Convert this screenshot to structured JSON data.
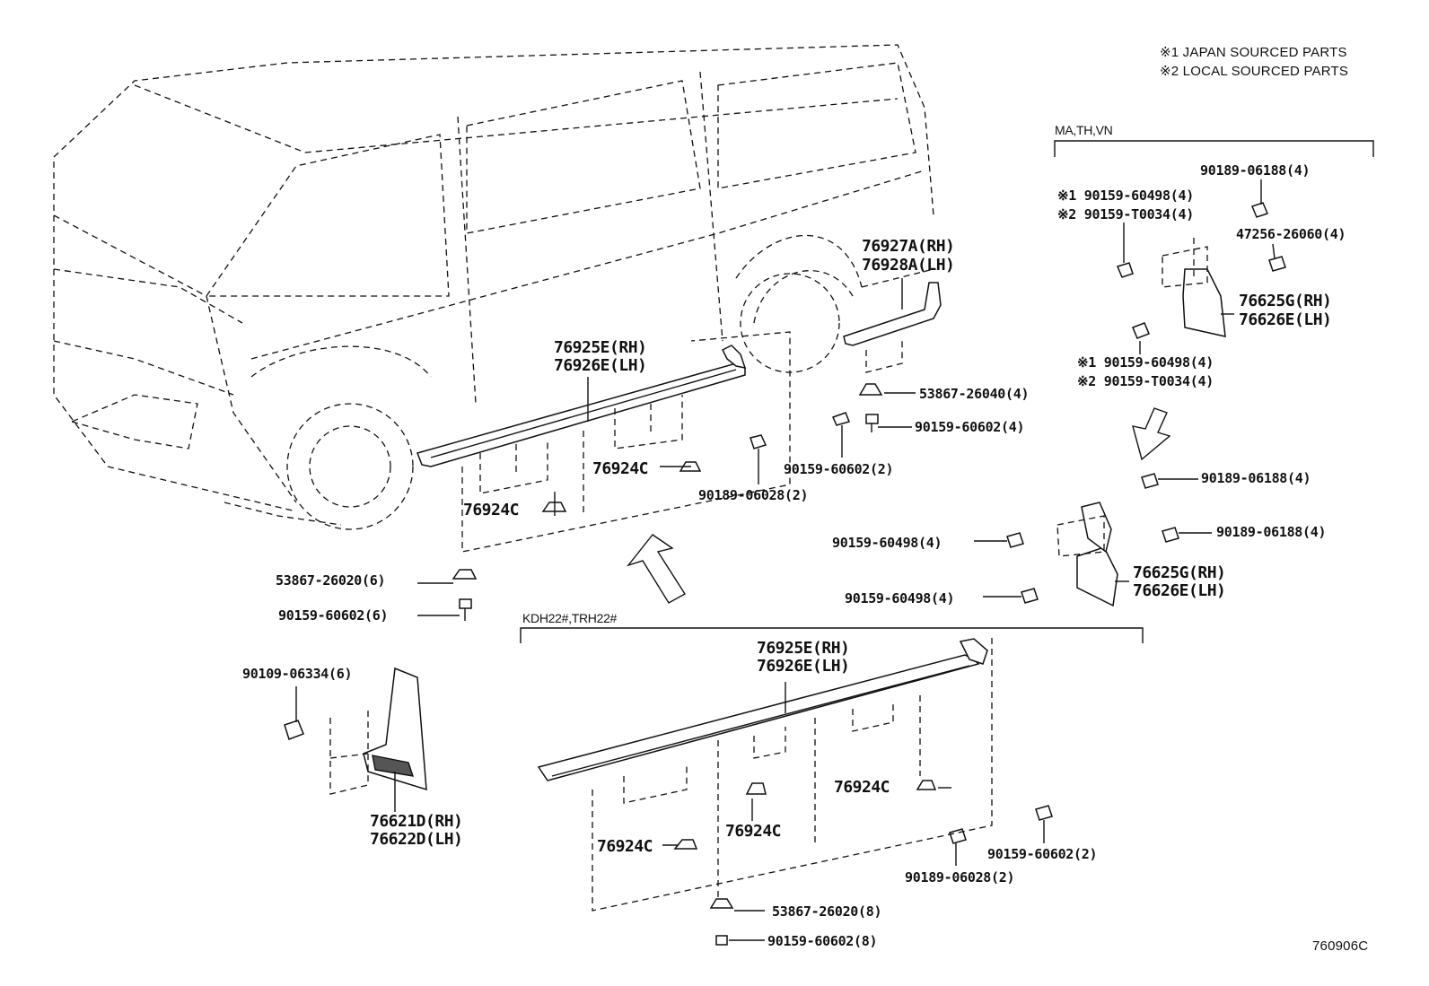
{
  "notes": {
    "japan": "※1 JAPAN SOURCED PARTS",
    "local": "※2 LOCAL SOURCED PARTS"
  },
  "groups": {
    "region": "MA,TH,VN",
    "model": "KDH22#,TRH22#"
  },
  "labels": {
    "rear_mud_guard": [
      "76927A(RH)",
      "76928A(LH)"
    ],
    "rocker_upper": [
      "76925E(RH)",
      "76926E(LH)"
    ],
    "rocker_lower": [
      "76925E(RH)",
      "76926E(LH)"
    ],
    "mud_guard_rear_top": [
      "76625G(RH)",
      "76626E(LH)"
    ],
    "mud_guard_rear_bottom": [
      "76625G(RH)",
      "76626E(LH)"
    ],
    "front_mud_guard": [
      "76621D(RH)",
      "76622D(LH)"
    ],
    "c53867_26040": "53867-26040(4)",
    "c90159_60602_4": "90159-60602(4)",
    "c90159_60602_2a": "90159-60602(2)",
    "c90189_06028_2a": "90189-06028(2)",
    "clip_76924c_a": "76924C",
    "clip_76924c_b": "76924C",
    "clip_76924c_c": "76924C",
    "clip_76924c_d": "76924C",
    "clip_76924c_e": "76924C",
    "c53867_26020_6": "53867-26020(6)",
    "c90159_60602_6": "90159-60602(6)",
    "c90109_06334_6": "90109-06334(6)",
    "c90189_06188_top": "90189-06188(4)",
    "c90159_60498_top": [
      "※1 90159-60498(4)",
      "※2 90159-T0034(4)"
    ],
    "c47256_26060": "47256-26060(4)",
    "c90159_60498_mid": [
      "※1 90159-60498(4)",
      "※2 90159-T0034(4)"
    ],
    "c90189_06188_b1": "90189-06188(4)",
    "c90189_06188_b2": "90189-06188(4)",
    "c90159_60498_b1": "90159-60498(4)",
    "c90159_60498_b2": "90159-60498(4)",
    "c90159_60602_2b": "90159-60602(2)",
    "c90189_06028_2b": "90189-06028(2)",
    "c53867_26020_8": "53867-26020(8)",
    "c90159_60602_8": "90159-60602(8)",
    "diagram_id": "760906C"
  }
}
